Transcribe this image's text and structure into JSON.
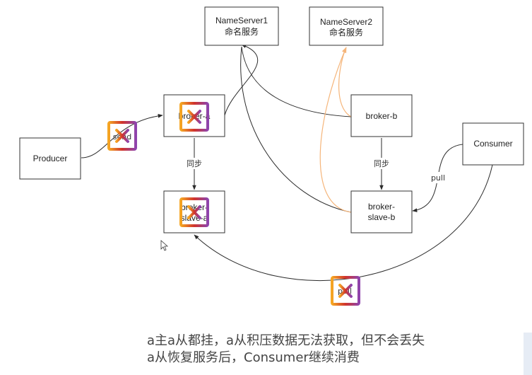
{
  "nodes": {
    "nameserver1": {
      "line1": "NameServer1",
      "line2": "命名服务"
    },
    "nameserver2": {
      "line1": "NameServer2",
      "line2": "命名服务"
    },
    "broker_a": {
      "label": "broker-a"
    },
    "broker_b": {
      "label": "broker-b"
    },
    "producer": {
      "label": "Producer"
    },
    "consumer": {
      "label": "Consumer"
    },
    "broker_slave_a": {
      "line1": "broker-",
      "line2": "slave-a"
    },
    "broker_slave_b": {
      "line1": "broker-",
      "line2": "slave-b"
    }
  },
  "edges": {
    "send": "send",
    "sync_a": "同步",
    "sync_b": "同步",
    "pull_b": "pull",
    "pull_a": "pull"
  },
  "markers": {
    "icon": "x-mark-icon",
    "colors": [
      "#f5a623",
      "#d0342c",
      "#8e44ad"
    ]
  },
  "caption": {
    "line1": "a主a从都挂，a从积压数据无法获取，但不会丢失",
    "line2": "a从恢复服务后，Consumer继续消费"
  }
}
